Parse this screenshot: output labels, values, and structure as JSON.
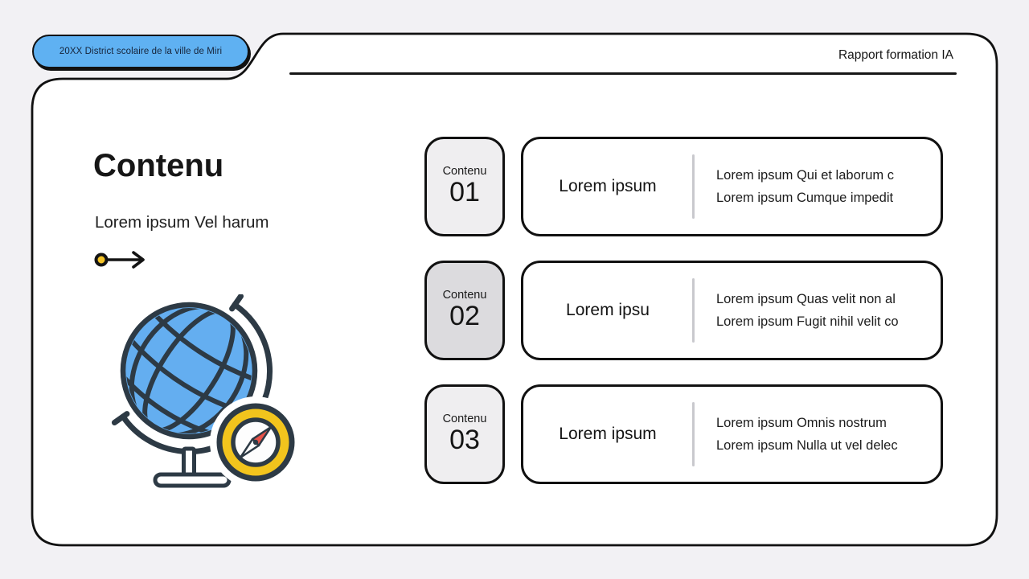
{
  "slide": {
    "badge_label": "20XX District scolaire de la ville de Miri",
    "header_right": "Rapport formation IA",
    "title": "Contenu",
    "subtitle": "Lorem ipsum Vel harum"
  },
  "items": [
    {
      "tab_label": "Contenu",
      "tab_number": "01",
      "card_title": "Lorem ipsum",
      "card_line1": "Lorem ipsum Qui et laborum c",
      "card_line2": "Lorem ipsum Cumque impedit"
    },
    {
      "tab_label": "Contenu",
      "tab_number": "02",
      "card_title": "Lorem ipsu",
      "card_line1": "Lorem ipsum Quas velit non al",
      "card_line2": "Lorem ipsum Fugit nihil velit co"
    },
    {
      "tab_label": "Contenu",
      "tab_number": "03",
      "card_title": "Lorem ipsum",
      "card_line1": "Lorem ipsum Omnis nostrum",
      "card_line2": "Lorem ipsum Nulla ut vel delec"
    }
  ],
  "icons": {
    "arrow": "arrow-right-icon",
    "globe": "globe-icon",
    "compass": "compass-icon"
  },
  "colors": {
    "background": "#f2f1f4",
    "panel_fill": "#ffffff",
    "outline_black": "#111111",
    "badge_blue": "#5fb1f2",
    "globe_blue": "#64aef0",
    "compass_yellow": "#f2c41d",
    "needle_red": "#e8534a",
    "illustration_outline": "#2d3a45",
    "tab_light_gray": "#efeef0",
    "tab_dark_gray": "#dcdbde",
    "divider_gray": "#c9c9ce"
  }
}
